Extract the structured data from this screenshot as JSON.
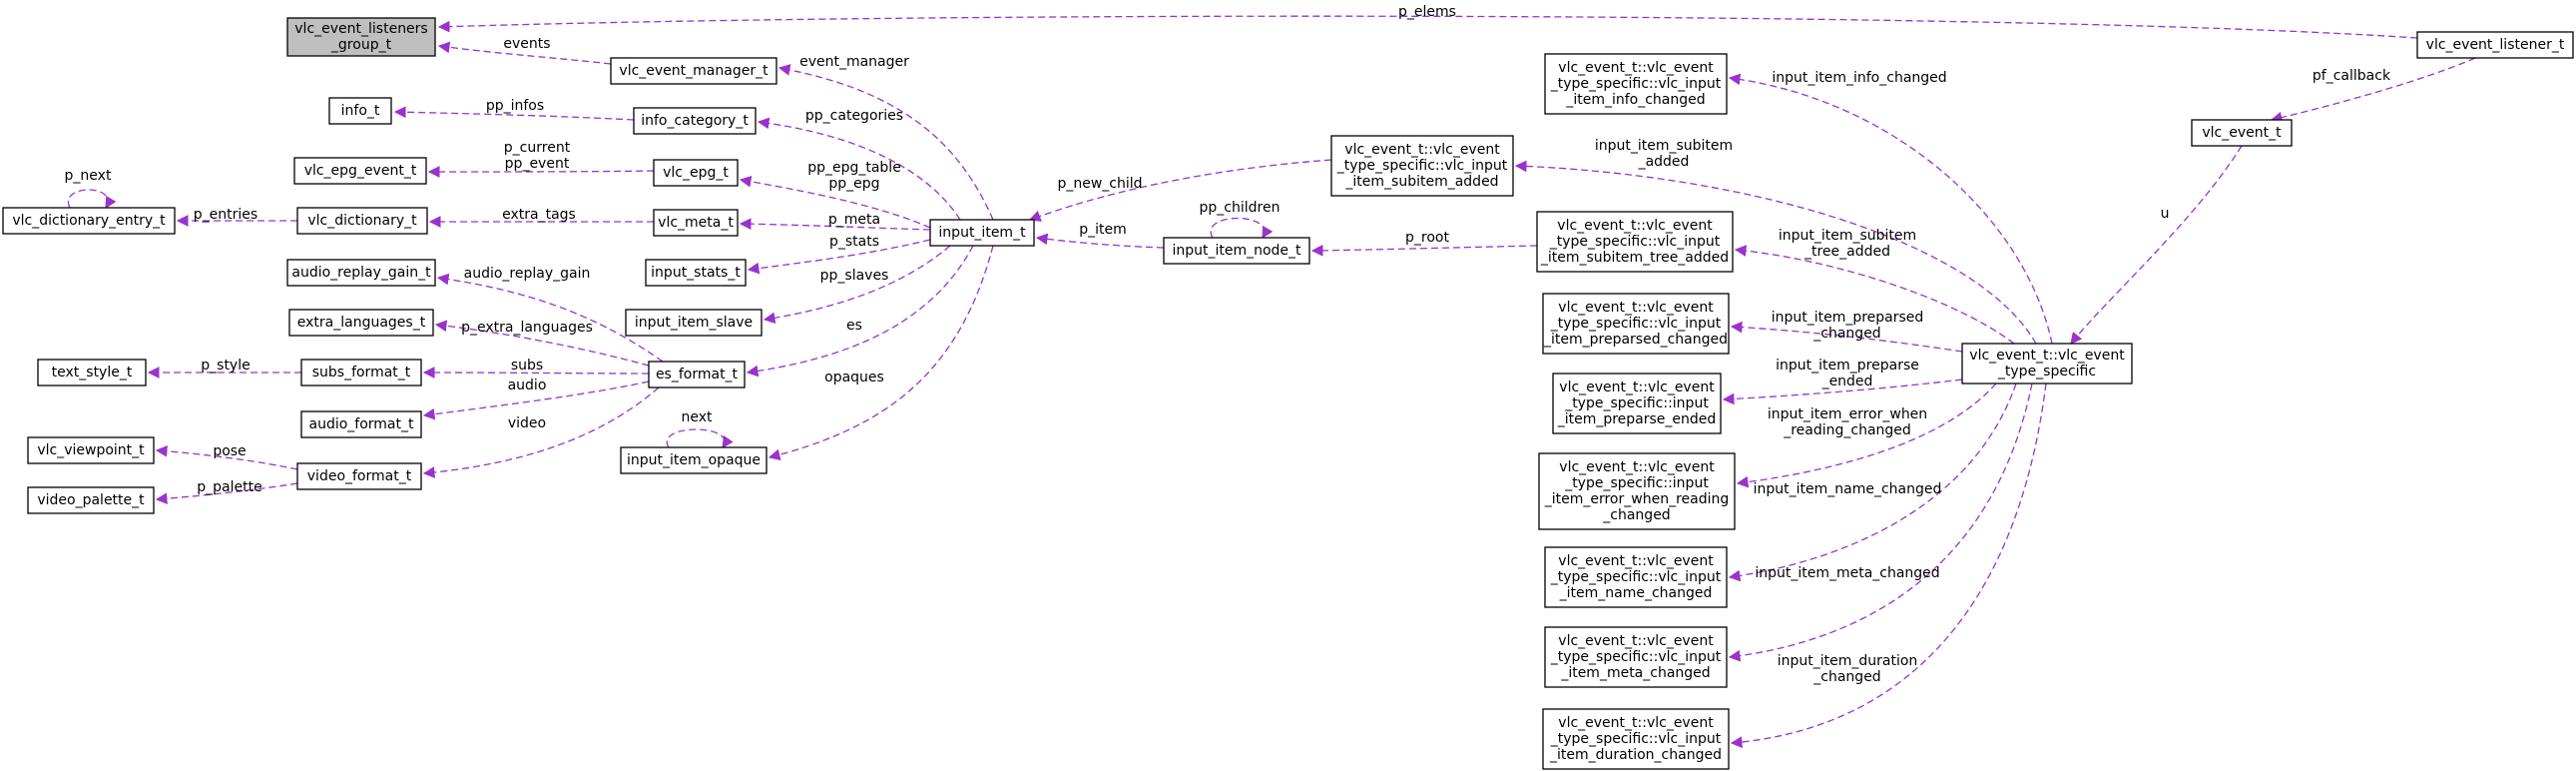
{
  "nodes": [
    {
      "id": "listeners_group",
      "lines": [
        "vlc_event_listeners",
        "_group_t"
      ],
      "highlight": true
    },
    {
      "id": "event_manager",
      "lines": [
        "vlc_event_manager_t"
      ]
    },
    {
      "id": "event_listener",
      "lines": [
        "vlc_event_listener_t"
      ]
    },
    {
      "id": "info",
      "lines": [
        "info_t"
      ]
    },
    {
      "id": "info_category",
      "lines": [
        "info_category_t"
      ]
    },
    {
      "id": "epg_event",
      "lines": [
        "vlc_epg_event_t"
      ]
    },
    {
      "id": "epg",
      "lines": [
        "vlc_epg_t"
      ]
    },
    {
      "id": "dict_entry",
      "lines": [
        "vlc_dictionary_entry_t"
      ]
    },
    {
      "id": "dictionary",
      "lines": [
        "vlc_dictionary_t"
      ]
    },
    {
      "id": "meta",
      "lines": [
        "vlc_meta_t"
      ]
    },
    {
      "id": "input_item",
      "lines": [
        "input_item_t"
      ]
    },
    {
      "id": "input_stats",
      "lines": [
        "input_stats_t"
      ]
    },
    {
      "id": "input_item_slave",
      "lines": [
        "input_item_slave"
      ]
    },
    {
      "id": "audio_replay_gain",
      "lines": [
        "audio_replay_gain_t"
      ]
    },
    {
      "id": "extra_languages",
      "lines": [
        "extra_languages_t"
      ]
    },
    {
      "id": "text_style",
      "lines": [
        "text_style_t"
      ]
    },
    {
      "id": "subs_format",
      "lines": [
        "subs_format_t"
      ]
    },
    {
      "id": "es_format",
      "lines": [
        "es_format_t"
      ]
    },
    {
      "id": "audio_format",
      "lines": [
        "audio_format_t"
      ]
    },
    {
      "id": "viewpoint",
      "lines": [
        "vlc_viewpoint_t"
      ]
    },
    {
      "id": "video_format",
      "lines": [
        "video_format_t"
      ]
    },
    {
      "id": "video_palette",
      "lines": [
        "video_palette_t"
      ]
    },
    {
      "id": "input_item_opaque",
      "lines": [
        "input_item_opaque"
      ]
    },
    {
      "id": "input_item_node",
      "lines": [
        "input_item_node_t"
      ]
    },
    {
      "id": "info_changed",
      "lines": [
        "vlc_event_t::vlc_event",
        "_type_specific::vlc_input",
        "_item_info_changed"
      ]
    },
    {
      "id": "subitem_added",
      "lines": [
        "vlc_event_t::vlc_event",
        "_type_specific::vlc_input",
        "_item_subitem_added"
      ]
    },
    {
      "id": "subitem_tree_added",
      "lines": [
        "vlc_event_t::vlc_event",
        "_type_specific::vlc_input",
        "_item_subitem_tree_added"
      ]
    },
    {
      "id": "preparsed_changed",
      "lines": [
        "vlc_event_t::vlc_event",
        "_type_specific::vlc_input",
        "_item_preparsed_changed"
      ]
    },
    {
      "id": "preparse_ended",
      "lines": [
        "vlc_event_t::vlc_event",
        "_type_specific::input",
        "_item_preparse_ended"
      ]
    },
    {
      "id": "error_when_reading",
      "lines": [
        "vlc_event_t::vlc_event",
        "_type_specific::input",
        "_item_error_when_reading",
        "_changed"
      ]
    },
    {
      "id": "name_changed",
      "lines": [
        "vlc_event_t::vlc_event",
        "_type_specific::vlc_input",
        "_item_name_changed"
      ]
    },
    {
      "id": "meta_changed",
      "lines": [
        "vlc_event_t::vlc_event",
        "_type_specific::vlc_input",
        "_item_meta_changed"
      ]
    },
    {
      "id": "duration_changed",
      "lines": [
        "vlc_event_t::vlc_event",
        "_type_specific::vlc_input",
        "_item_duration_changed"
      ]
    },
    {
      "id": "vlc_event",
      "lines": [
        "vlc_event_t"
      ]
    },
    {
      "id": "type_specific",
      "lines": [
        "vlc_event_t::vlc_event",
        "_type_specific"
      ]
    }
  ],
  "edges": [
    {
      "id": "e_p_elems",
      "from": "event_listener",
      "to": "listeners_group",
      "label": [
        "p_elems"
      ]
    },
    {
      "id": "e_events",
      "from": "event_manager",
      "to": "listeners_group",
      "label": [
        "events"
      ]
    },
    {
      "id": "e_event_manager",
      "from": "input_item",
      "to": "event_manager",
      "label": [
        "event_manager"
      ]
    },
    {
      "id": "e_pp_infos",
      "from": "info_category",
      "to": "info",
      "label": [
        "pp_infos"
      ]
    },
    {
      "id": "e_pp_categories",
      "from": "input_item",
      "to": "info_category",
      "label": [
        "pp_categories"
      ]
    },
    {
      "id": "e_p_current",
      "from": "epg",
      "to": "epg_event",
      "label": [
        "p_current",
        "pp_event"
      ]
    },
    {
      "id": "e_pp_epg",
      "from": "input_item",
      "to": "epg",
      "label": [
        "pp_epg_table",
        "pp_epg"
      ]
    },
    {
      "id": "e_p_next",
      "from": "dict_entry",
      "to": "dict_entry",
      "label": [
        "p_next"
      ]
    },
    {
      "id": "e_p_entries",
      "from": "dictionary",
      "to": "dict_entry",
      "label": [
        "p_entries"
      ]
    },
    {
      "id": "e_extra_tags",
      "from": "meta",
      "to": "dictionary",
      "label": [
        "extra_tags"
      ]
    },
    {
      "id": "e_p_meta",
      "from": "input_item",
      "to": "meta",
      "label": [
        "p_meta"
      ]
    },
    {
      "id": "e_p_stats",
      "from": "input_item",
      "to": "input_stats",
      "label": [
        "p_stats"
      ]
    },
    {
      "id": "e_pp_slaves",
      "from": "input_item",
      "to": "input_item_slave",
      "label": [
        "pp_slaves"
      ]
    },
    {
      "id": "e_es",
      "from": "input_item",
      "to": "es_format",
      "label": [
        "es"
      ]
    },
    {
      "id": "e_opaques",
      "from": "input_item",
      "to": "input_item_opaque",
      "label": [
        "opaques"
      ]
    },
    {
      "id": "e_next",
      "from": "input_item_opaque",
      "to": "input_item_opaque",
      "label": [
        "next"
      ]
    },
    {
      "id": "e_audio_replay_gain",
      "from": "es_format",
      "to": "audio_replay_gain",
      "label": [
        "audio_replay_gain"
      ]
    },
    {
      "id": "e_p_extra_languages",
      "from": "es_format",
      "to": "extra_languages",
      "label": [
        "p_extra_languages"
      ]
    },
    {
      "id": "e_subs",
      "from": "es_format",
      "to": "subs_format",
      "label": [
        "subs"
      ]
    },
    {
      "id": "e_p_style",
      "from": "subs_format",
      "to": "text_style",
      "label": [
        "p_style"
      ]
    },
    {
      "id": "e_audio",
      "from": "es_format",
      "to": "audio_format",
      "label": [
        "audio"
      ]
    },
    {
      "id": "e_video",
      "from": "es_format",
      "to": "video_format",
      "label": [
        "video"
      ]
    },
    {
      "id": "e_pose",
      "from": "video_format",
      "to": "viewpoint",
      "label": [
        "pose"
      ]
    },
    {
      "id": "e_p_palette",
      "from": "video_format",
      "to": "video_palette",
      "label": [
        "p_palette"
      ]
    },
    {
      "id": "e_p_new_child",
      "from": "subitem_added",
      "to": "input_item",
      "label": [
        "p_new_child"
      ]
    },
    {
      "id": "e_p_item",
      "from": "input_item_node",
      "to": "input_item",
      "label": [
        "p_item"
      ]
    },
    {
      "id": "e_pp_children",
      "from": "input_item_node",
      "to": "input_item_node",
      "label": [
        "pp_children"
      ]
    },
    {
      "id": "e_p_root",
      "from": "subitem_tree_added",
      "to": "input_item_node",
      "label": [
        "p_root"
      ]
    },
    {
      "id": "e_pf_callback",
      "from": "event_listener",
      "to": "vlc_event",
      "label": [
        "pf_callback"
      ]
    },
    {
      "id": "e_u",
      "from": "vlc_event",
      "to": "type_specific",
      "label": [
        "u"
      ]
    },
    {
      "id": "e_info_changed",
      "from": "type_specific",
      "to": "info_changed",
      "label": [
        "input_item_info_changed"
      ]
    },
    {
      "id": "e_subitem_added",
      "from": "type_specific",
      "to": "subitem_added",
      "label": [
        "input_item_subitem",
        "_added"
      ]
    },
    {
      "id": "e_subitem_tree_added",
      "from": "type_specific",
      "to": "subitem_tree_added",
      "label": [
        "input_item_subitem",
        "_tree_added"
      ]
    },
    {
      "id": "e_preparsed_changed",
      "from": "type_specific",
      "to": "preparsed_changed",
      "label": [
        "input_item_preparsed",
        "_changed"
      ]
    },
    {
      "id": "e_preparse_ended",
      "from": "type_specific",
      "to": "preparse_ended",
      "label": [
        "input_item_preparse",
        "_ended"
      ]
    },
    {
      "id": "e_error_when_reading",
      "from": "type_specific",
      "to": "error_when_reading",
      "label": [
        "input_item_error_when",
        "_reading_changed"
      ]
    },
    {
      "id": "e_name_changed",
      "from": "type_specific",
      "to": "name_changed",
      "label": [
        "input_item_name_changed"
      ]
    },
    {
      "id": "e_meta_changed",
      "from": "type_specific",
      "to": "meta_changed",
      "label": [
        "input_item_meta_changed"
      ]
    },
    {
      "id": "e_duration_changed",
      "from": "type_specific",
      "to": "duration_changed",
      "label": [
        "input_item_duration",
        "_changed"
      ]
    }
  ],
  "colors": {
    "edge": "#9a32cd",
    "node_border": "#000000",
    "highlight_fill": "#bfbfbf"
  }
}
